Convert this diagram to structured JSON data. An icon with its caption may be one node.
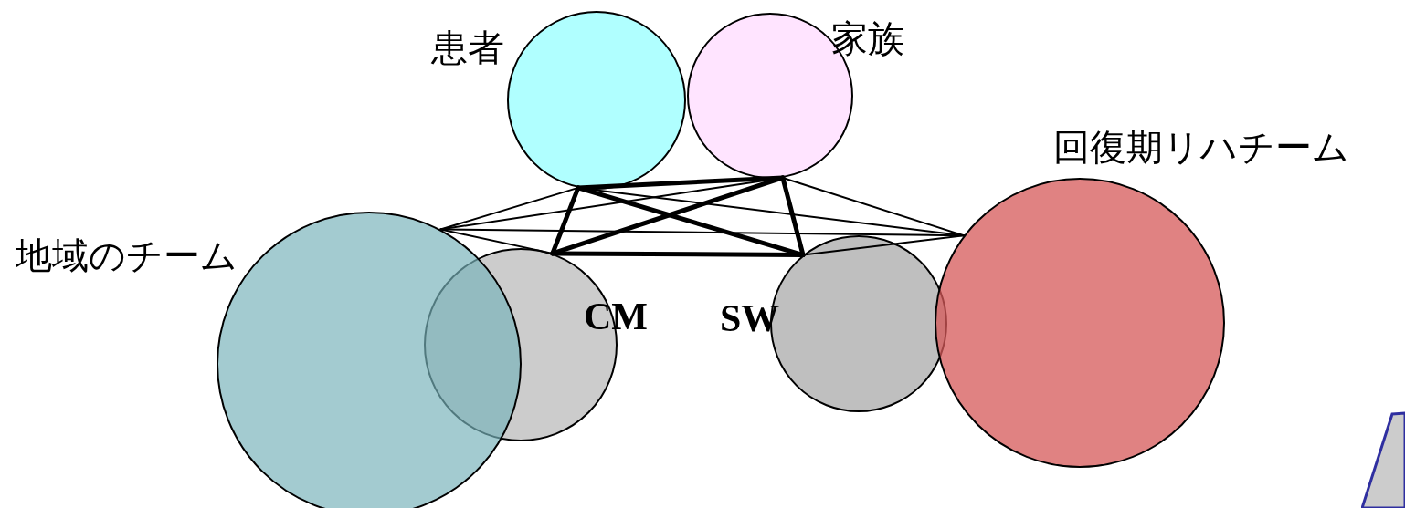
{
  "diagram": {
    "nodes": [
      {
        "text": [
          "患者"
        ]
      },
      {
        "text": [
          "家族"
        ]
      },
      {
        "text": [
          "地域のチーム"
        ]
      },
      {
        "text": [
          "CM"
        ]
      },
      {
        "text": [
          "SW"
        ]
      },
      {
        "text": [
          "回復期リハチーム"
        ]
      }
    ],
    "edges": [
      {
        "from": 2,
        "to": 0,
        "arrow": "none"
      },
      {
        "from": 2,
        "to": 1,
        "arrow": "none"
      },
      {
        "from": 2,
        "to": 3,
        "arrow": "none"
      },
      {
        "from": 2,
        "to": 5,
        "arrow": "none"
      },
      {
        "from": 0,
        "to": 5,
        "arrow": "none"
      },
      {
        "from": 1,
        "to": 5,
        "arrow": "none"
      },
      {
        "from": 4,
        "to": 5,
        "arrow": "none"
      },
      {
        "from": 0,
        "to": 1,
        "arrow": "none",
        "style": "thick"
      },
      {
        "from": 0,
        "to": 3,
        "arrow": "none",
        "style": "thick"
      },
      {
        "from": 0,
        "to": 4,
        "arrow": "none",
        "style": "thick"
      },
      {
        "from": 1,
        "to": 3,
        "arrow": "none",
        "style": "thick"
      },
      {
        "from": 1,
        "to": 4,
        "arrow": "none",
        "style": "thick"
      },
      {
        "from": 3,
        "to": 4,
        "arrow": "none",
        "style": "thick"
      }
    ]
  }
}
